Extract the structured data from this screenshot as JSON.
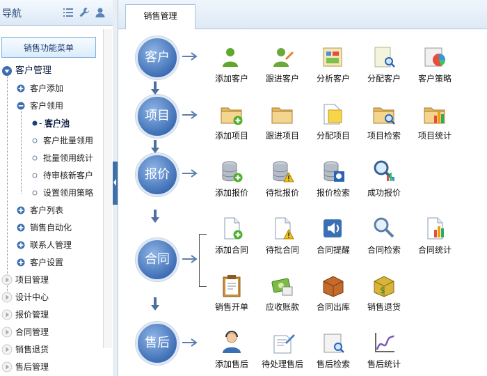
{
  "sidebar": {
    "title": "导航",
    "menu_title": "销售功能菜单",
    "tree": [
      {
        "label": "客户管理",
        "state": "expanded"
      },
      {
        "label": "客户添加",
        "state": "plus"
      },
      {
        "label": "客户领用",
        "state": "minus"
      },
      {
        "label": "客户池",
        "state": "current"
      },
      {
        "label": "客户批量领用",
        "state": "leaf"
      },
      {
        "label": "批量领用统计",
        "state": "leaf"
      },
      {
        "label": "待审核新客户",
        "state": "leaf"
      },
      {
        "label": "设置领用策略",
        "state": "leaf"
      },
      {
        "label": "客户列表",
        "state": "plus"
      },
      {
        "label": "销售自动化",
        "state": "plus"
      },
      {
        "label": "联系人管理",
        "state": "plus"
      },
      {
        "label": "客户设置",
        "state": "plus"
      },
      {
        "label": "项目管理",
        "state": "collapsed"
      },
      {
        "label": "设计中心",
        "state": "collapsed"
      },
      {
        "label": "报价管理",
        "state": "collapsed"
      },
      {
        "label": "合同管理",
        "state": "collapsed"
      },
      {
        "label": "销售退货",
        "state": "collapsed"
      },
      {
        "label": "售后管理",
        "state": "collapsed"
      }
    ]
  },
  "tabs": {
    "active": "销售管理"
  },
  "flow": {
    "stages": [
      "客户",
      "项目",
      "报价",
      "合同",
      "售后"
    ],
    "rows": [
      [
        "添加客户",
        "跟进客户",
        "分析客户",
        "分配客户",
        "客户策略"
      ],
      [
        "添加项目",
        "跟进项目",
        "分配项目",
        "项目检索",
        "项目统计"
      ],
      [
        "添加报价",
        "待批报价",
        "报价检索",
        "成功报价"
      ],
      [
        "添加合同",
        "待批合同",
        "合同提醒",
        "合同检索",
        "合同统计"
      ],
      [
        "销售开单",
        "应收账款",
        "合同出库",
        "销售退货"
      ],
      [
        "添加售后",
        "待处理售后",
        "售后检索",
        "售后统计"
      ]
    ]
  },
  "colors": {
    "accent": "#3f6fb6",
    "border": "#a8c4e2",
    "arrow": "#5b7fae"
  }
}
